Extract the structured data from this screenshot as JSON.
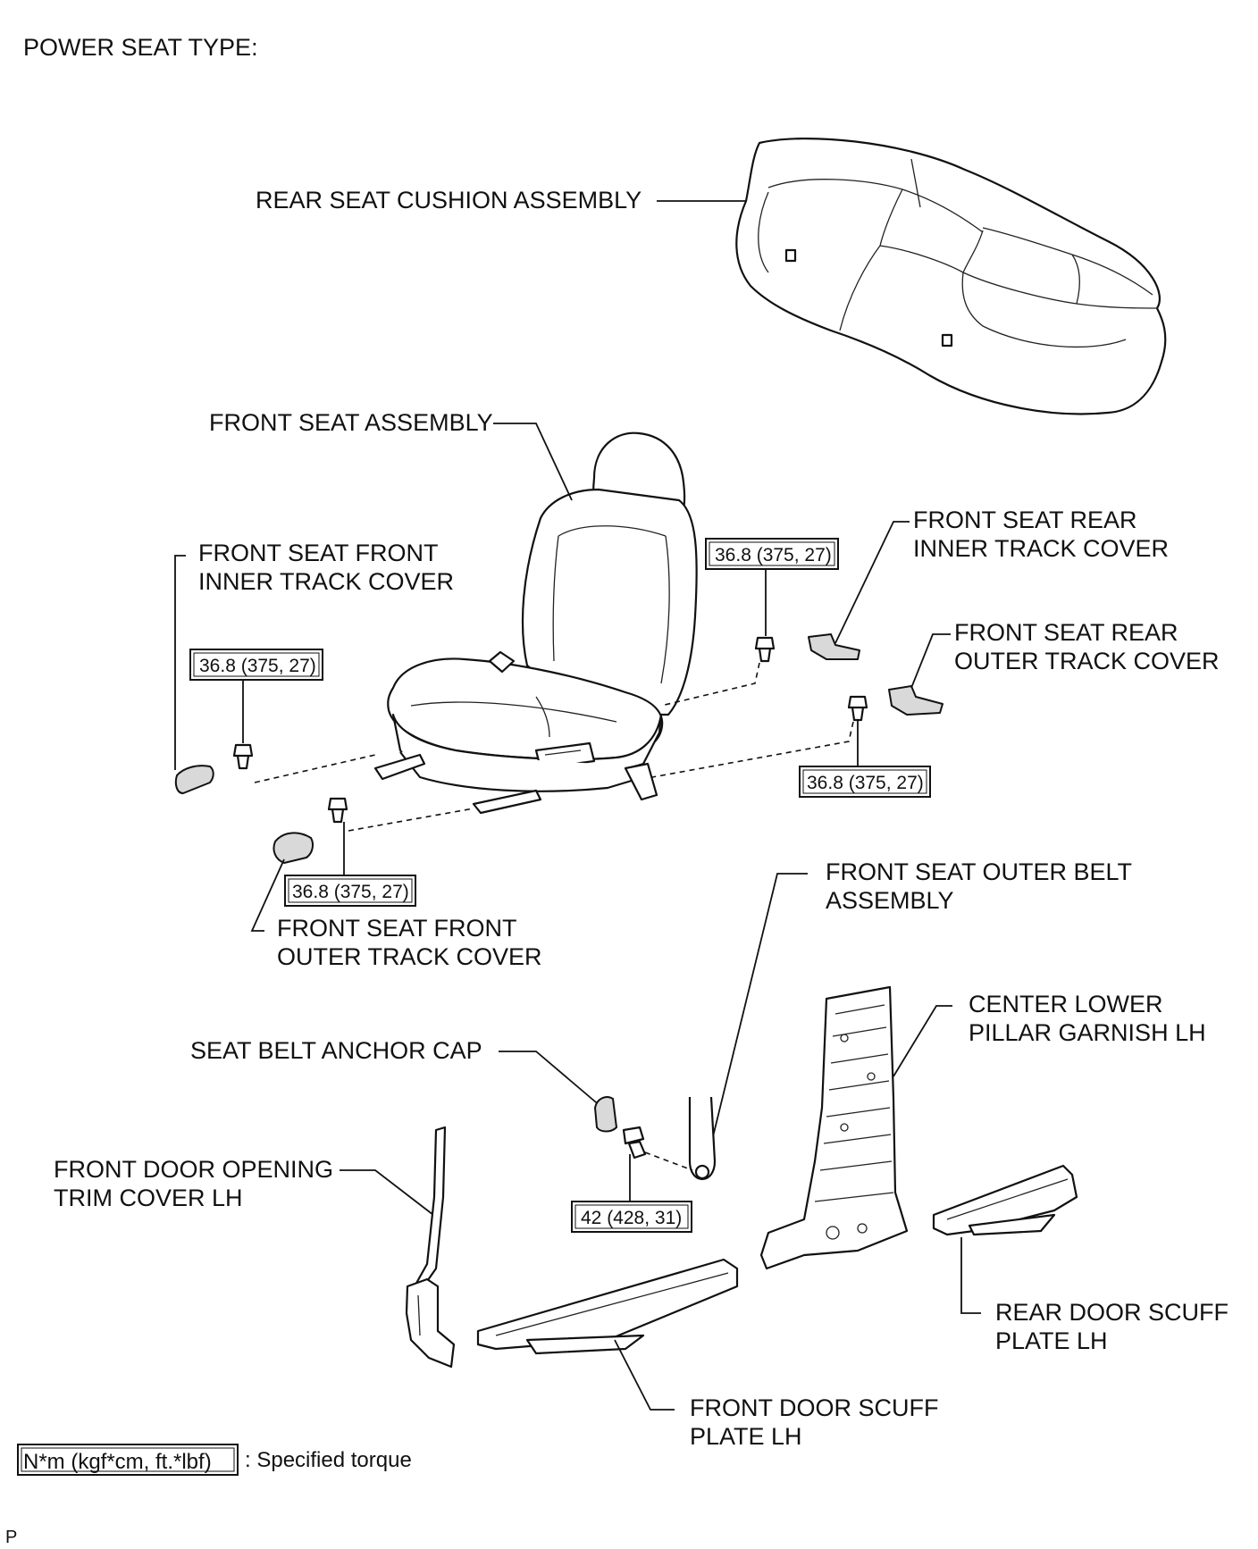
{
  "header": {
    "title": "POWER SEAT TYPE:"
  },
  "labels": {
    "rear_seat_cushion": "REAR SEAT CUSHION ASSEMBLY",
    "front_seat_assembly": "FRONT SEAT ASSEMBLY",
    "front_inner_track_cover": [
      "FRONT SEAT FRONT",
      "INNER TRACK COVER"
    ],
    "rear_inner_track_cover": [
      "FRONT SEAT REAR",
      "INNER TRACK COVER"
    ],
    "rear_outer_track_cover": [
      "FRONT SEAT REAR",
      "OUTER TRACK COVER"
    ],
    "front_outer_track_cover": [
      "FRONT SEAT FRONT",
      "OUTER TRACK COVER"
    ],
    "outer_belt_assembly": [
      "FRONT SEAT OUTER BELT",
      "ASSEMBLY"
    ],
    "center_lower_pillar_garnish": [
      "CENTER LOWER",
      "PILLAR GARNISH LH"
    ],
    "seat_belt_anchor_cap": "SEAT BELT ANCHOR CAP",
    "front_door_opening_trim": [
      "FRONT DOOR OPENING",
      "TRIM COVER LH"
    ],
    "rear_door_scuff_plate": [
      "REAR DOOR SCUFF",
      "PLATE LH"
    ],
    "front_door_scuff_plate": [
      "FRONT DOOR SCUFF",
      "PLATE LH"
    ]
  },
  "torques": {
    "front_inner_bolt": "36.8 (375, 27)",
    "rear_inner_bolt": "36.8 (375, 27)",
    "rear_outer_bolt": "36.8 (375, 27)",
    "front_outer_bolt": "36.8 (375, 27)",
    "belt_anchor_bolt": "42 (428, 31)"
  },
  "legend": {
    "unit_box": "N*m (kgf*cm, ft.*lbf)",
    "text": ": Specified torque"
  },
  "footer": {
    "page_mark": "P"
  }
}
